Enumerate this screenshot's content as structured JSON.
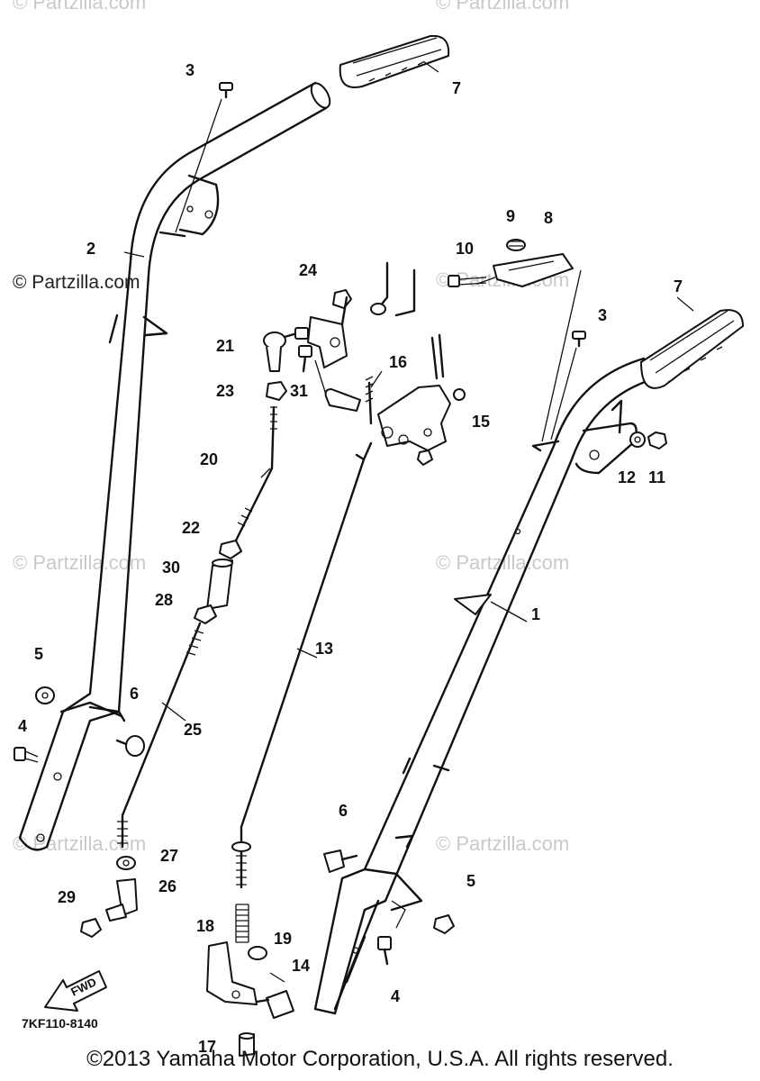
{
  "watermarks": {
    "main": "© Partzilla.com",
    "faint": "© Partzilla.com"
  },
  "diagram_code": "7KF110-8140",
  "fwd_label": "FWD",
  "footer": "©2013 Yamaha Motor Corporation, U.S.A. All rights reserved.",
  "callouts": [
    "1",
    "2",
    "3",
    "3",
    "4",
    "4",
    "5",
    "5",
    "6",
    "6",
    "7",
    "7",
    "8",
    "9",
    "10",
    "11",
    "12",
    "13",
    "14",
    "15",
    "16",
    "17",
    "18",
    "19",
    "20",
    "21",
    "22",
    "23",
    "24",
    "25",
    "26",
    "27",
    "28",
    "29",
    "30",
    "31"
  ]
}
